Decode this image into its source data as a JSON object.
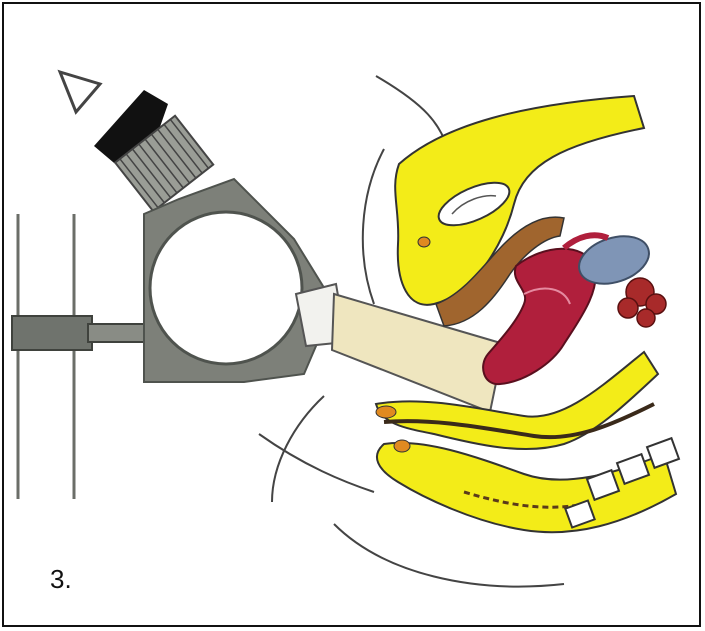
{
  "figure": {
    "label": "3.",
    "colors": {
      "stand": "#7d8079",
      "stand_dark": "#4f534e",
      "speculum": "#efe6bf",
      "yellow": "#f3ec18",
      "brown": "#a0652e",
      "uterus": "#b01f3c",
      "ovary": "#7f95b6",
      "tumor": "#a82a2a",
      "outline": "#333333"
    },
    "icons": [
      "eye-icon",
      "eyepiece",
      "magnifier-head",
      "vertical-stand"
    ]
  }
}
